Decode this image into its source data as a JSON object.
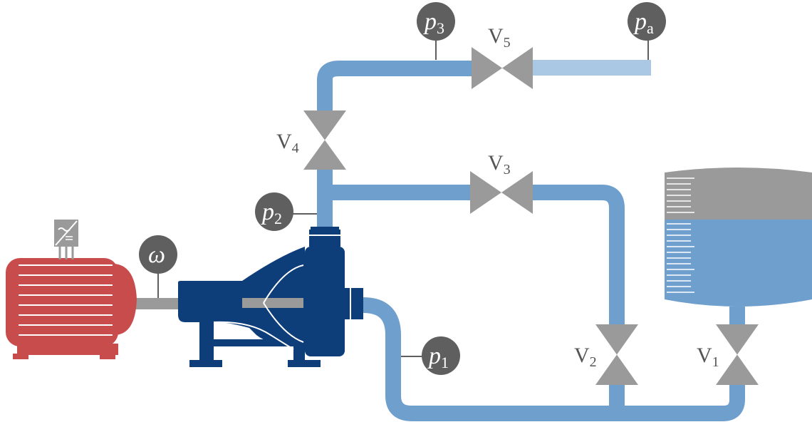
{
  "colors": {
    "pipe": "#6f9fcd",
    "pipe_light": "#aac8e4",
    "valve": "#9a9a9a",
    "gauge": "#5f5f5f",
    "pump": "#0e3e7a",
    "motor": "#c94c4c",
    "tank_water": "#6f9fcd",
    "tank_air": "#9a9a9a",
    "shaft": "#9a9a9a"
  },
  "valves": {
    "v1": {
      "main": "V",
      "sub": "1"
    },
    "v2": {
      "main": "V",
      "sub": "2"
    },
    "v3": {
      "main": "V",
      "sub": "3"
    },
    "v4": {
      "main": "V",
      "sub": "4"
    },
    "v5": {
      "main": "V",
      "sub": "5"
    }
  },
  "gauges": {
    "p1": {
      "main": "p",
      "sub": "1"
    },
    "p2": {
      "main": "p",
      "sub": "2"
    },
    "p3": {
      "main": "p",
      "sub": "3"
    },
    "pa": {
      "main": "p",
      "sub": "a"
    },
    "omega": {
      "main": "ω",
      "sub": ""
    }
  },
  "tank": {
    "fill_level": 0.65
  }
}
